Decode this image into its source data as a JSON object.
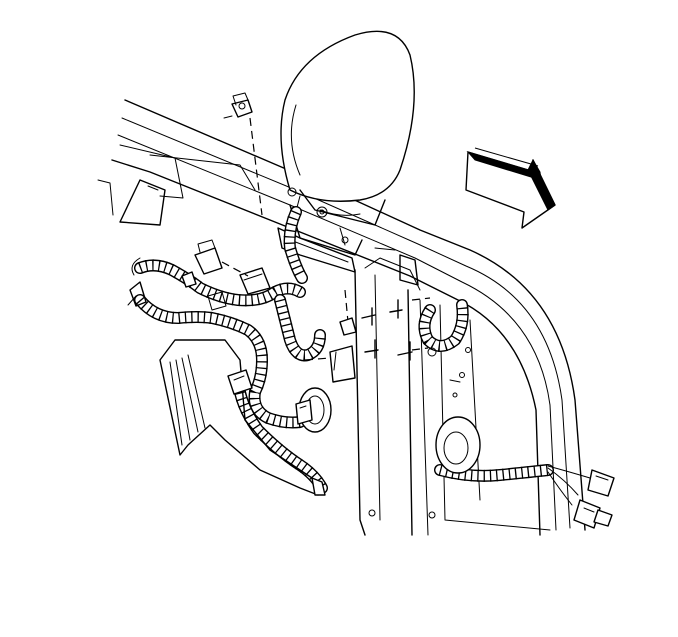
{
  "figure": {
    "background": "#ffffff",
    "ink": "#000000",
    "icons": [
      "headrest",
      "wiring-harness",
      "harness-connector",
      "push-pin-retainer",
      "grommet",
      "direction-arrow"
    ]
  }
}
